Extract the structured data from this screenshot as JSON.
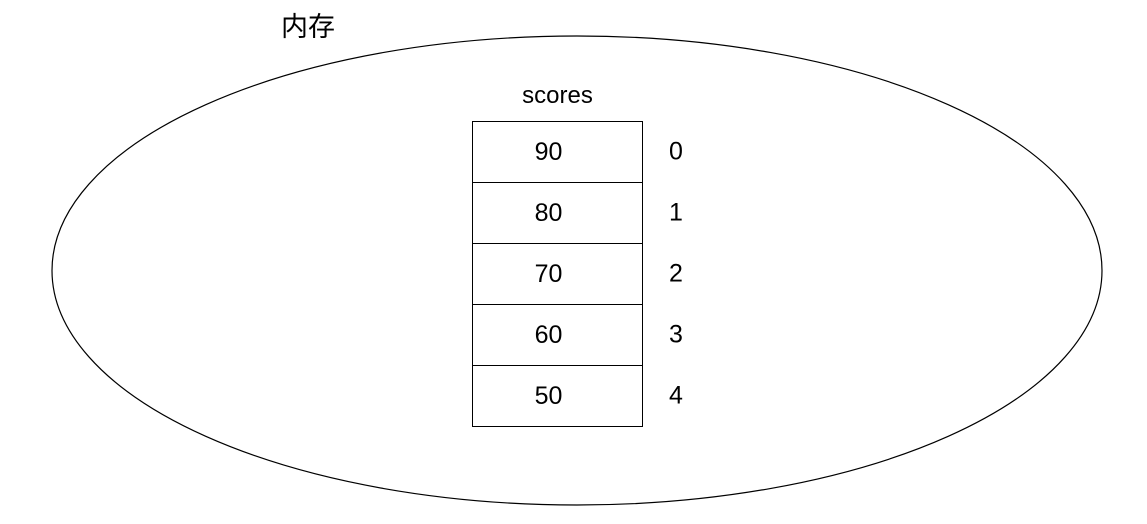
{
  "diagram": {
    "memory_label": "内存",
    "array_name": "scores",
    "shape": "ellipse",
    "stroke_color": "#000000",
    "background_color": "#ffffff"
  },
  "array": {
    "name": "scores",
    "length": 5,
    "cells": [
      {
        "value": "90",
        "index": "0"
      },
      {
        "value": "80",
        "index": "1"
      },
      {
        "value": "70",
        "index": "2"
      },
      {
        "value": "60",
        "index": "3"
      },
      {
        "value": "50",
        "index": "4"
      }
    ]
  }
}
